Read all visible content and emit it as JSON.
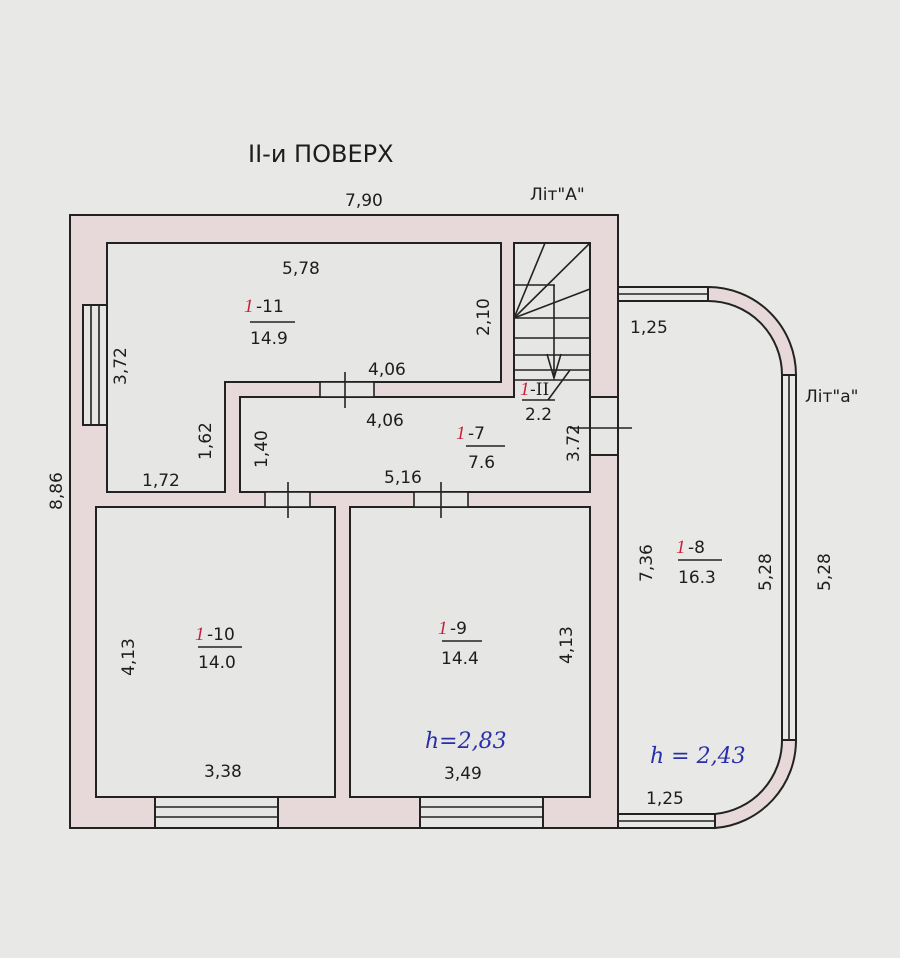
{
  "title": "II-и ПОВЕРХ",
  "labels": {
    "lit_A": "Літ\"А\"",
    "lit_a": "Літ\"а\""
  },
  "dimensions": {
    "overall_width": "7,90",
    "overall_height": "8,86",
    "balcony_top": "1,25",
    "balcony_bottom": "1,25",
    "balcony_inner_height": "5,28",
    "balcony_outer_height": "5,28",
    "balcony_wall": "7,36"
  },
  "rooms": [
    {
      "id": "1",
      "number": "-11",
      "area": "14.9",
      "dims": [
        "5,78",
        "2,10",
        "3,72",
        "4,06",
        "1,62",
        "1,72"
      ]
    },
    {
      "id": "1",
      "number": "-7",
      "area": "7.6",
      "dims": [
        "4,06",
        "1,40",
        "5,16",
        "3.72"
      ]
    },
    {
      "id": "1",
      "number": "-II",
      "area": "2.2"
    },
    {
      "id": "1",
      "number": "-10",
      "area": "14.0",
      "dims": [
        "4,13",
        "3,38"
      ]
    },
    {
      "id": "1",
      "number": "-9",
      "area": "14.4",
      "dims": [
        "4,13",
        "3,49"
      ]
    },
    {
      "id": "1",
      "number": "-8",
      "area": "16.3"
    }
  ],
  "heights": {
    "main": "h=2,83",
    "balcony": "h = 2,43"
  },
  "colors": {
    "wall_fill": "#e7d9da",
    "room_number": "#c8203a",
    "height_note": "#2a2fa8"
  }
}
